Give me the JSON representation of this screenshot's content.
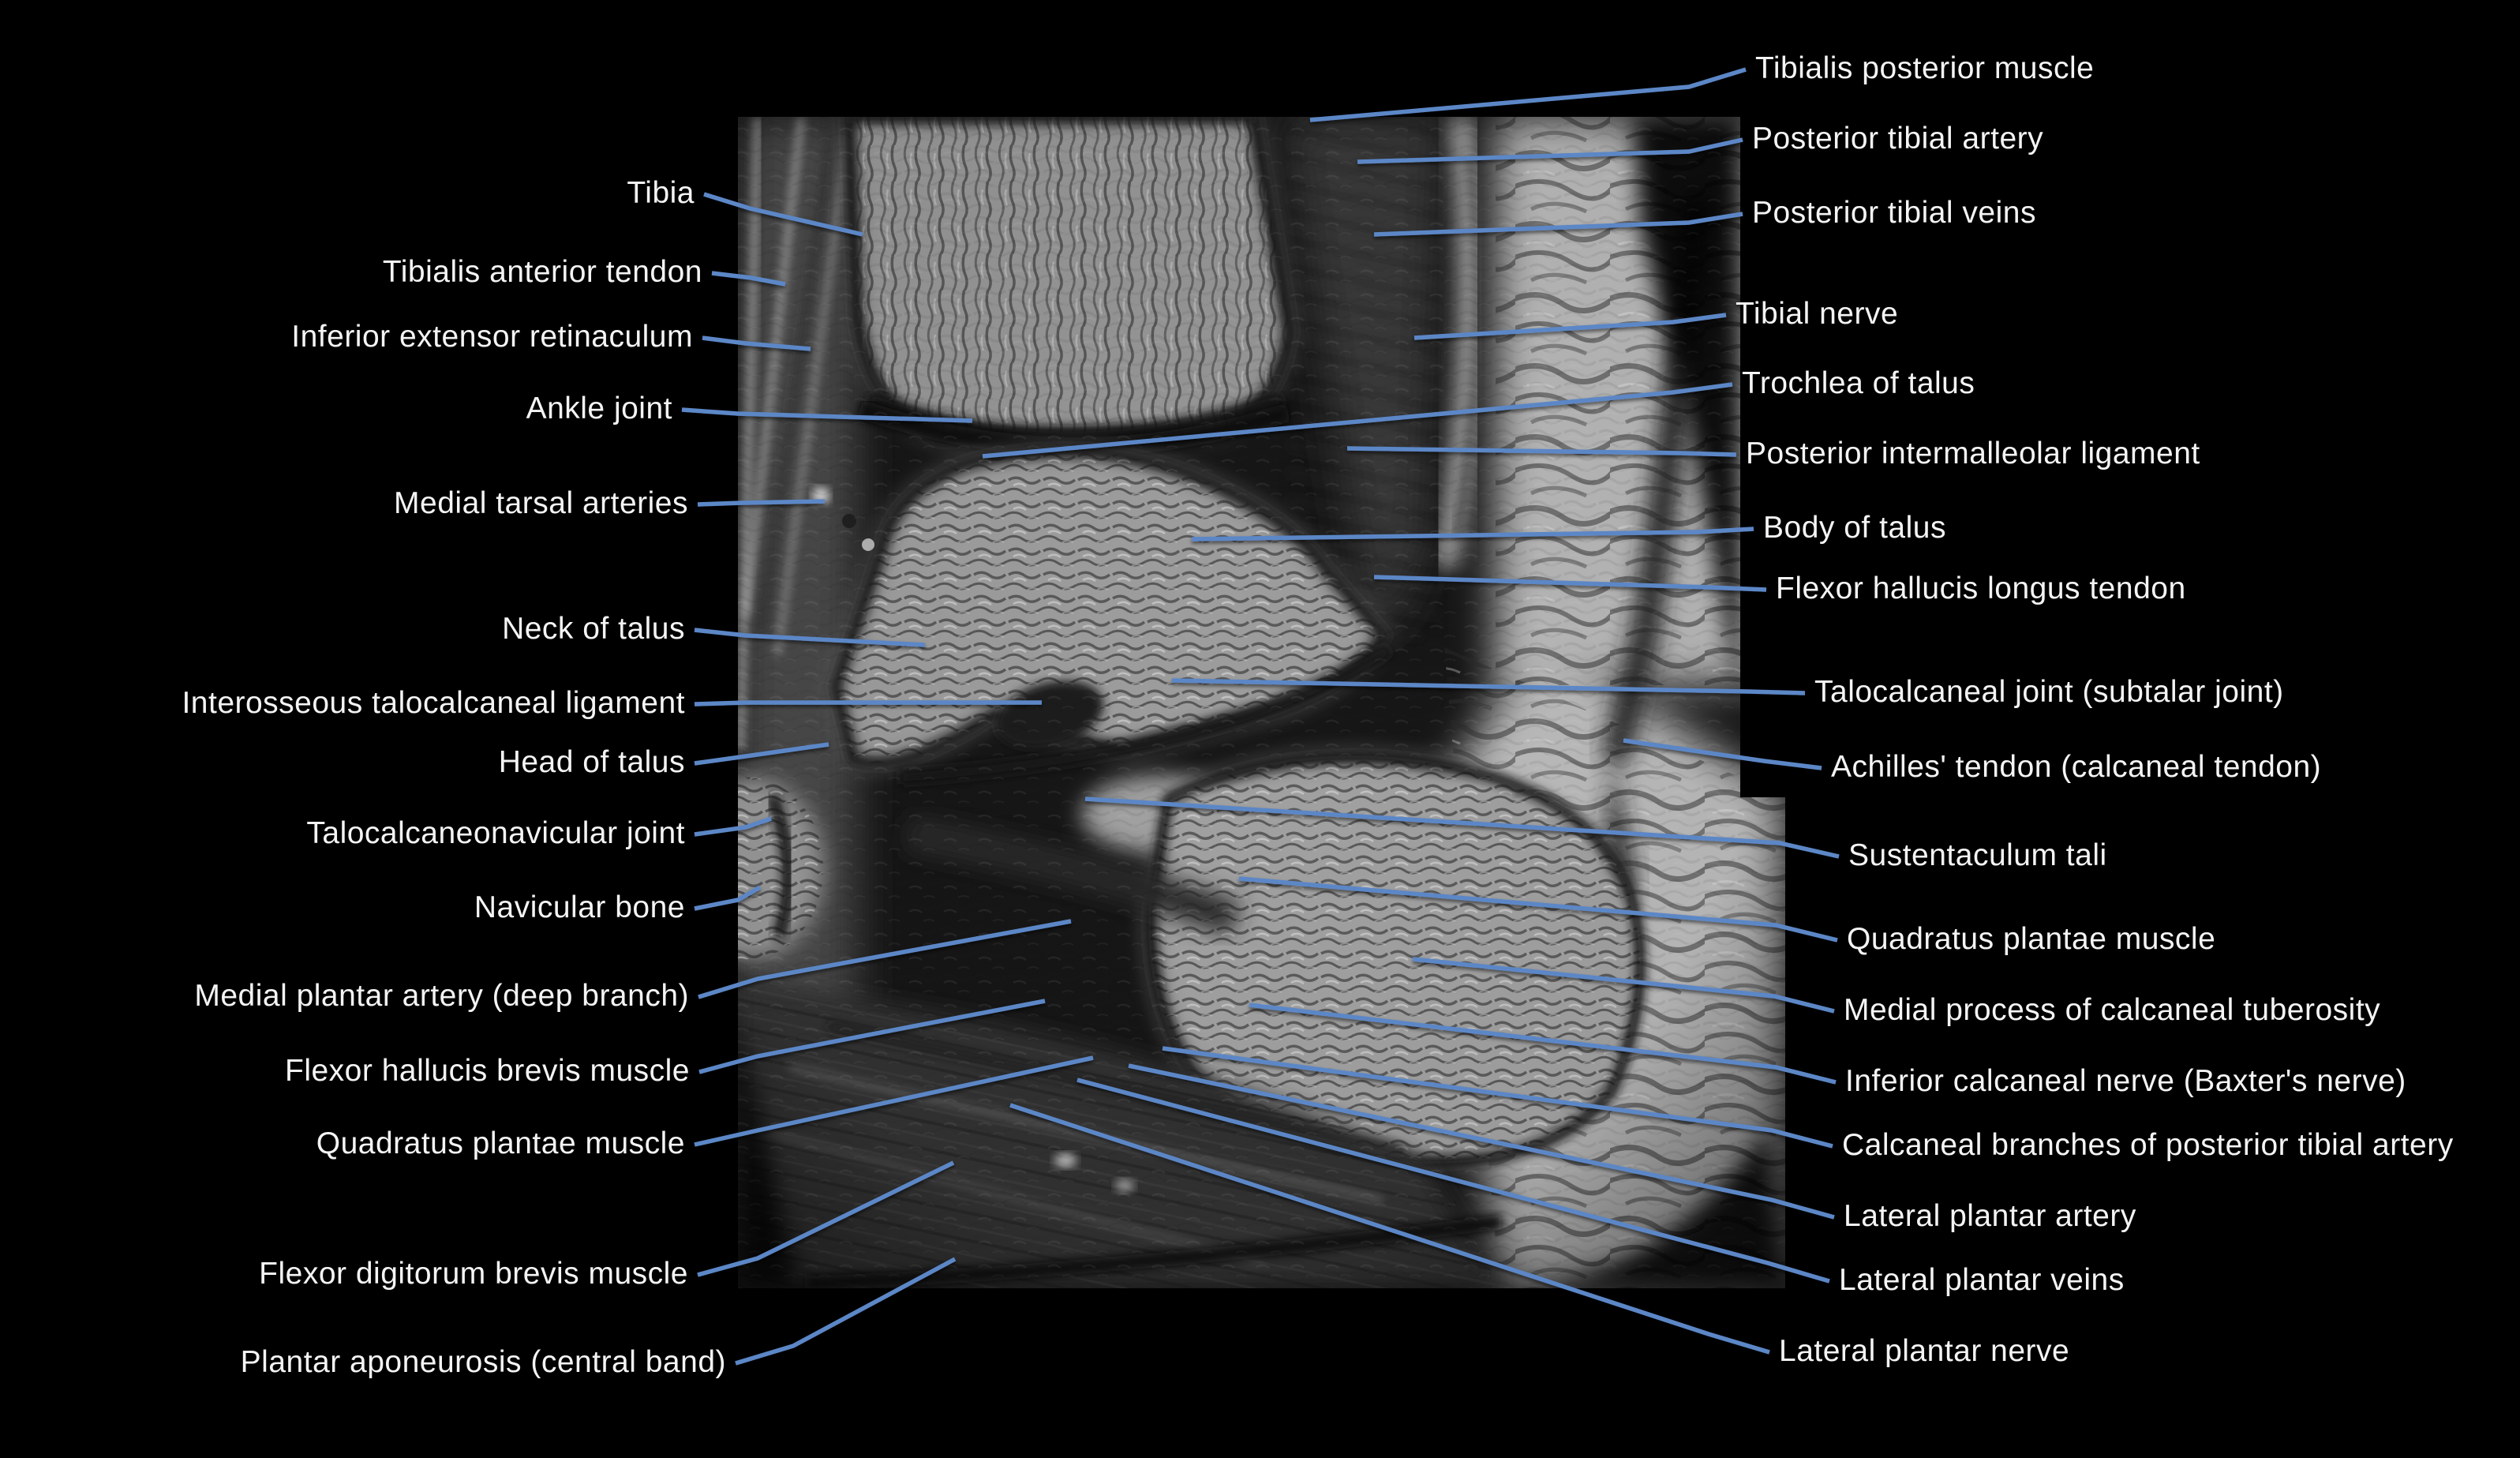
{
  "page": {
    "background": "#000000"
  },
  "annotation": {
    "leader_line_color": "#5b87c7",
    "label_text_color": "#f4f4f4",
    "scan_style": "grayscale sagittal ankle MRI"
  },
  "labels_left": [
    "Tibia",
    "Tibialis anterior tendon",
    "Inferior extensor retinaculum",
    "Ankle joint",
    "Medial tarsal arteries",
    "Neck of talus",
    "Interosseous talocalcaneal ligament",
    "Head of talus",
    "Talocalcaneonavicular joint",
    "Navicular bone",
    "Medial plantar artery (deep branch)",
    "Flexor hallucis brevis muscle",
    "Quadratus plantae muscle",
    "Flexor digitorum brevis muscle",
    "Plantar aponeurosis (central band)"
  ],
  "labels_right": [
    "Tibialis posterior muscle",
    "Posterior tibial artery",
    "Posterior tibial veins",
    "Tibial nerve",
    "Trochlea of talus",
    "Posterior intermalleolar ligament",
    "Body of talus",
    "Flexor hallucis longus tendon",
    "Talocalcaneal joint (subtalar joint)",
    "Achilles' tendon (calcaneal tendon)",
    "Sustentaculum tali",
    "Quadratus plantae muscle",
    "Medial process of calcaneal tuberosity",
    "Inferior calcaneal nerve (Baxter's nerve)",
    "Calcaneal branches of posterior tibial artery",
    "Lateral plantar artery",
    "Lateral plantar veins",
    "Lateral plantar nerve"
  ]
}
